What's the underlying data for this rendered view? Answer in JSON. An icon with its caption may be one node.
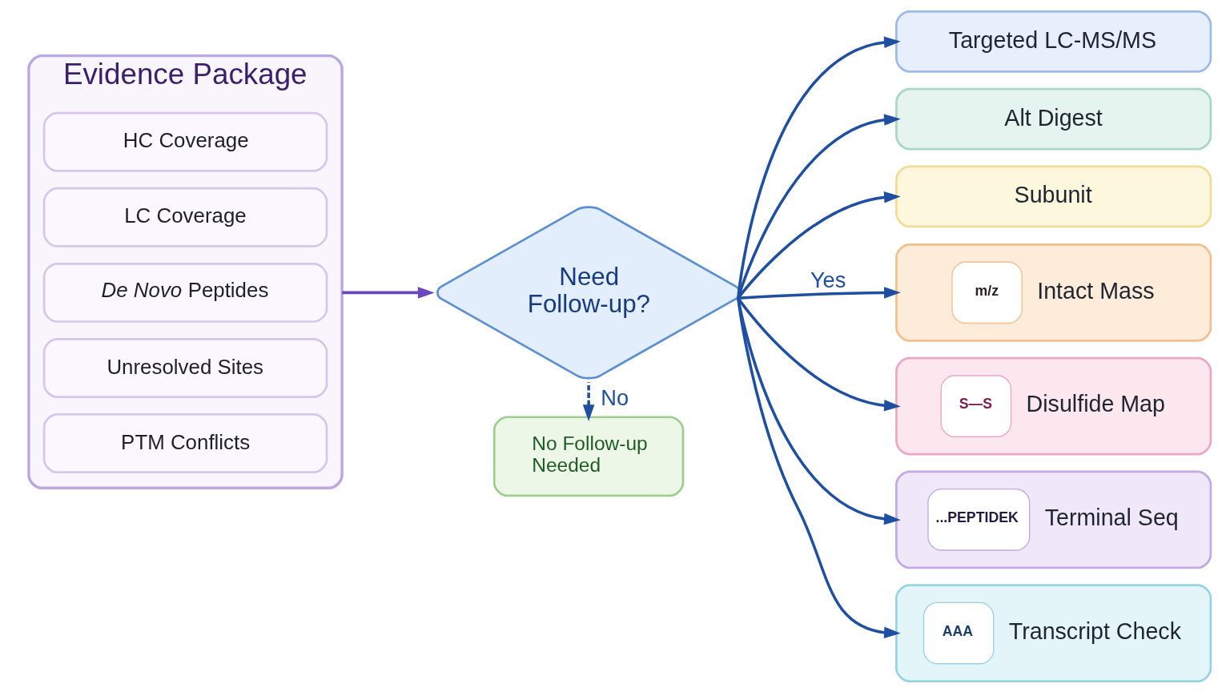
{
  "diagram": {
    "nodes": [
      {
        "text": [
          "Evidence Package"
        ]
      },
      {
        "text": [
          "HC Coverage"
        ],
        "in": 0
      },
      {
        "text": [
          "LC Coverage"
        ],
        "in": 0
      },
      {
        "text": [
          "*De Novo* Peptides"
        ],
        "in": 0
      },
      {
        "text": [
          "Unresolved Sites"
        ],
        "in": 0
      },
      {
        "text": [
          "PTM Conflicts"
        ],
        "in": 0
      },
      {
        "text": [
          "Need Follow-up?"
        ]
      },
      {
        "text": [
          "No Follow-up Needed"
        ]
      },
      {
        "text": [
          "Targeted LC-MS/MS"
        ]
      },
      {
        "text": [
          "Alt Digest"
        ]
      },
      {
        "text": [
          "Subunit"
        ]
      },
      {
        "text": [
          "m/z",
          "Intact Mass"
        ]
      },
      {
        "text": [
          "S—S",
          "Disulfide Map"
        ]
      },
      {
        "text": [
          "...PEPTIDEK",
          "Terminal Seq"
        ]
      },
      {
        "text": [
          "AAA",
          "Transcript Check"
        ]
      }
    ],
    "edges": [
      {
        "from": 0,
        "to": 6,
        "arrow": "to",
        "color": "#6b46c1"
      },
      {
        "from": 6,
        "to": 8,
        "arrow": "to"
      },
      {
        "from": 6,
        "to": 9,
        "arrow": "to"
      },
      {
        "from": 6,
        "to": 10,
        "arrow": "to"
      },
      {
        "from": 6,
        "to": 11,
        "arrow": "to",
        "label": "Yes"
      },
      {
        "from": 6,
        "to": 12,
        "arrow": "to"
      },
      {
        "from": 6,
        "to": 13,
        "arrow": "to"
      },
      {
        "from": 6,
        "to": 14,
        "arrow": "to"
      },
      {
        "from": 6,
        "to": 7,
        "arrow": "to",
        "label": "No",
        "style": "dashed"
      }
    ]
  }
}
